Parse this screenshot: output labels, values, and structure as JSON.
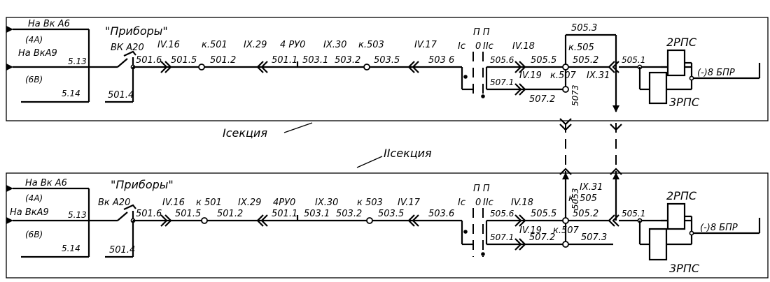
{
  "diagram_title": "",
  "colors": {
    "ink": "#000000",
    "paper": "#ffffff"
  },
  "sections": [
    {
      "na_vk_a6": "На Вк А6",
      "current_4a": "(4А)",
      "na_vk_a9": "На ВкА9",
      "current_6b": "(6В)",
      "n_513": "5.13",
      "n_514": "5.14",
      "pribory": "\"Приборы\"",
      "vk_a20": "ВК А20",
      "w_5016": "501.6",
      "w_5014": "501.4",
      "iv16": "IV.16",
      "k501": "к.501",
      "ix29": "IX.29",
      "rpu4": "4 РУ0",
      "ix30": "IX.30",
      "k503": "к.503",
      "iv17": "IV.17",
      "w_5015": "501.5",
      "w_5012": "501.2",
      "w_5011": "501.1",
      "w_5031": "503.1",
      "w_5032": "503.2",
      "w_5035": "503.5",
      "w_5036": "503 6",
      "pp": "П П",
      "ic": "Iс",
      "zero": "0",
      "iic": "IIс",
      "iv18": "IV.18",
      "w_5056": "505.6",
      "w_5055": "505.5",
      "w_5052": "505.2",
      "w_5053": "505.3",
      "k505": "к.505",
      "iv19": "IV.19",
      "k507": "к.507",
      "ix31": "IX.31",
      "w_5071": "507.1",
      "w_5072": "507.2",
      "w_5073": "5073",
      "w_5051": "505.1",
      "rps2": "2РПС",
      "rps3": "3РПС",
      "bpr": "(-)8 БПР"
    },
    {
      "na_vk_a6": "На Вк А6",
      "current_4a": "(4А)",
      "na_vk_a9": "На ВкА9",
      "current_6b": "(6В)",
      "n_513": "5.13",
      "n_514": "5.14",
      "pribory": "\"Приборы\"",
      "vk_a20": "Вк А20",
      "w_5016": "501.6",
      "w_5014": "501.4",
      "iv16": "IV.16",
      "k501": "к 501",
      "ix29": "IX.29",
      "rpu4": "4РУ0",
      "ix30": "IX.30",
      "k503": "к 503",
      "iv17": "IV.17",
      "w_5015": "501.5",
      "w_5012": "501.2",
      "w_5011": "501.1",
      "w_5031": "503.1",
      "w_5032": "503.2",
      "w_5035": "503.5",
      "w_5036": "503.6",
      "pp": "П П",
      "ic": "Iс",
      "zero": "0",
      "iic": "IIс",
      "iv18": "IV.18",
      "w_5056": "505.6",
      "w_5055": "505.5",
      "w_5052": "505.2",
      "w_5053": "5053",
      "k505": "к. 505",
      "iv19": "IV.19",
      "k507": "к.507",
      "ix31": "IX.31",
      "w_5071": "507.1",
      "w_5072": "507.2",
      "w_5073": "507.3",
      "w_5051": "505.1",
      "rps2": "2РПС",
      "rps3": "3РПС",
      "bpr": "(-)8 БПР"
    }
  ],
  "section_labels": {
    "first": "Iсекция",
    "second": "IIсекция"
  }
}
